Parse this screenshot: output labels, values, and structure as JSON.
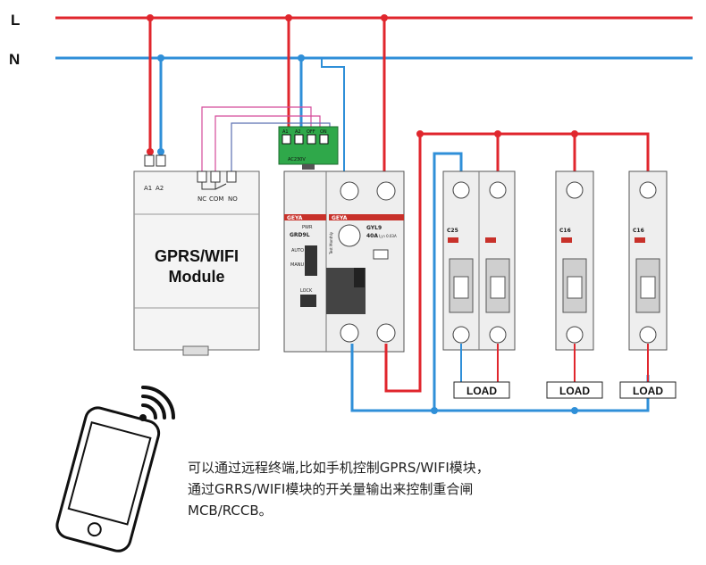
{
  "colors": {
    "line_L": "#e0262d",
    "line_N": "#2f8fd8",
    "signal": "#d44a9a",
    "signal2": "#5a6fb0",
    "module_green": "#2fa84a",
    "device_fill": "#eeeeee",
    "stroke": "#555555"
  },
  "lines": {
    "L": "L",
    "N": "N"
  },
  "gprs_module": {
    "terminal_a1": "A1",
    "terminal_a2": "A2",
    "terminal_nc": "NC",
    "terminal_com": "COM",
    "terminal_no": "NO",
    "title_line1": "GPRS/WIFI",
    "title_line2": "Module"
  },
  "relay_module": {
    "t1": "A1",
    "t2": "A2",
    "t3": "OFF",
    "t4": "ON",
    "rating": "AC230V"
  },
  "rccb": {
    "brand_left": "GEYA",
    "pwr": "PWR",
    "model_left": "GRD9L",
    "auto": "AUTO",
    "manu": "MANU",
    "lock": "LOCK",
    "brand_right": "GEYA",
    "model_right": "GYL9",
    "rating": "40A",
    "sensitivity": "I△n 0.03A",
    "test": "Test Monthly"
  },
  "mcbs": [
    {
      "rating": "C25"
    },
    {
      "rating": "C16"
    },
    {
      "rating": "C16"
    }
  ],
  "loads": [
    "LOAD",
    "LOAD",
    "LOAD"
  ],
  "phone": {
    "icon": "smartphone-icon",
    "signal_icon": "wifi-icon"
  },
  "note": {
    "line1": "可以通过远程终端,比如手机控制GPRS/WIFI模块，",
    "line2": "通过GRRS/WIFI模块的开关量输出来控制重合闸",
    "line3": "MCB/RCCB。"
  }
}
